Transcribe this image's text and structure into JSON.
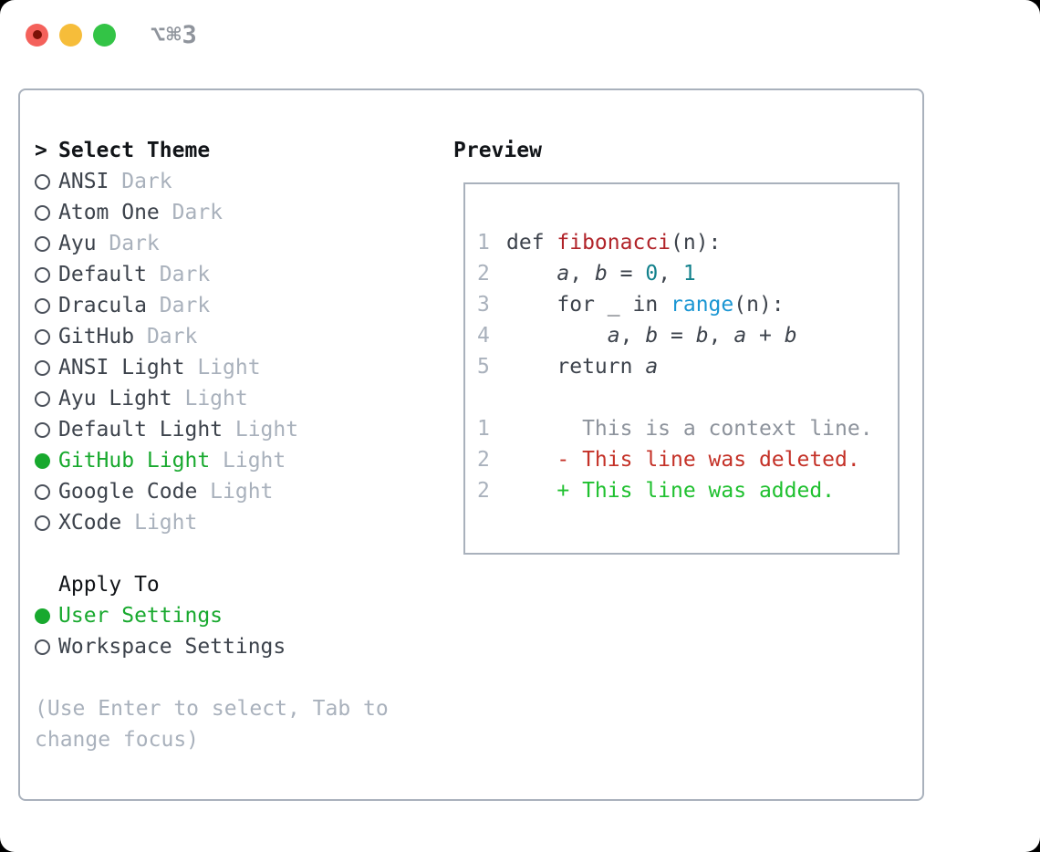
{
  "window": {
    "title": "⌥⌘3",
    "traffic_lights": [
      {
        "icon": "close-icon",
        "color": "#f4615b"
      },
      {
        "icon": "minimize-icon",
        "color": "#f6bd3a"
      },
      {
        "icon": "zoom-icon",
        "color": "#33c446"
      }
    ]
  },
  "colors": {
    "border": "#a9b1bc",
    "selected_green": "#18a92e",
    "added_green": "#1fc02f",
    "deleted_red": "#c43127",
    "function_red": "#b1242a",
    "number_teal": "#12818c",
    "builtin_blue": "#1a96d3",
    "text_dark": "#3d434c",
    "text_muted": "#a9b1bc"
  },
  "panel": {
    "theme_section": {
      "prompt": ">",
      "header": "Select Theme",
      "items": [
        {
          "name": "ANSI",
          "tag": "Dark",
          "selected": false
        },
        {
          "name": "Atom One",
          "tag": "Dark",
          "selected": false
        },
        {
          "name": "Ayu",
          "tag": "Dark",
          "selected": false
        },
        {
          "name": "Default",
          "tag": "Dark",
          "selected": false
        },
        {
          "name": "Dracula",
          "tag": "Dark",
          "selected": false
        },
        {
          "name": "GitHub",
          "tag": "Dark",
          "selected": false
        },
        {
          "name": "ANSI Light",
          "tag": "Light",
          "selected": false
        },
        {
          "name": "Ayu Light",
          "tag": "Light",
          "selected": false
        },
        {
          "name": "Default Light",
          "tag": "Light",
          "selected": false
        },
        {
          "name": "GitHub Light",
          "tag": "Light",
          "selected": true
        },
        {
          "name": "Google Code",
          "tag": "Light",
          "selected": false
        },
        {
          "name": "XCode",
          "tag": "Light",
          "selected": false
        }
      ]
    },
    "apply_section": {
      "header": "Apply To",
      "items": [
        {
          "name": "User Settings",
          "selected": true
        },
        {
          "name": "Workspace Settings",
          "selected": false
        }
      ]
    },
    "hint": "(Use Enter to select, Tab to\nchange focus)",
    "preview": {
      "header": "Preview",
      "code_lines": [
        {
          "num": "1",
          "tokens": [
            {
              "t": "def ",
              "c": "plain"
            },
            {
              "t": "fibonacci",
              "c": "func"
            },
            {
              "t": "(n):",
              "c": "plain"
            }
          ]
        },
        {
          "num": "2",
          "tokens": [
            {
              "t": "    ",
              "c": "plain"
            },
            {
              "t": "a",
              "c": "var"
            },
            {
              "t": ", ",
              "c": "plain"
            },
            {
              "t": "b",
              "c": "var"
            },
            {
              "t": " = ",
              "c": "plain"
            },
            {
              "t": "0",
              "c": "num"
            },
            {
              "t": ", ",
              "c": "plain"
            },
            {
              "t": "1",
              "c": "num"
            }
          ]
        },
        {
          "num": "3",
          "tokens": [
            {
              "t": "    for _ in ",
              "c": "plain"
            },
            {
              "t": "range",
              "c": "blt"
            },
            {
              "t": "(n):",
              "c": "plain"
            }
          ]
        },
        {
          "num": "4",
          "tokens": [
            {
              "t": "        ",
              "c": "plain"
            },
            {
              "t": "a",
              "c": "var"
            },
            {
              "t": ", ",
              "c": "plain"
            },
            {
              "t": "b",
              "c": "var"
            },
            {
              "t": " = ",
              "c": "plain"
            },
            {
              "t": "b",
              "c": "var"
            },
            {
              "t": ", ",
              "c": "plain"
            },
            {
              "t": "a",
              "c": "var"
            },
            {
              "t": " + ",
              "c": "plain"
            },
            {
              "t": "b",
              "c": "var"
            }
          ]
        },
        {
          "num": "5",
          "tokens": [
            {
              "t": "    return ",
              "c": "plain"
            },
            {
              "t": "a",
              "c": "var"
            }
          ]
        },
        {
          "num": "",
          "tokens": []
        },
        {
          "num": "1",
          "tokens": [
            {
              "t": "      This is a context line.",
              "c": "ctx"
            }
          ]
        },
        {
          "num": "2",
          "tokens": [
            {
              "t": "    - This line was deleted.",
              "c": "del"
            }
          ]
        },
        {
          "num": "2",
          "tokens": [
            {
              "t": "    + This line was added.",
              "c": "add"
            }
          ]
        }
      ]
    }
  }
}
